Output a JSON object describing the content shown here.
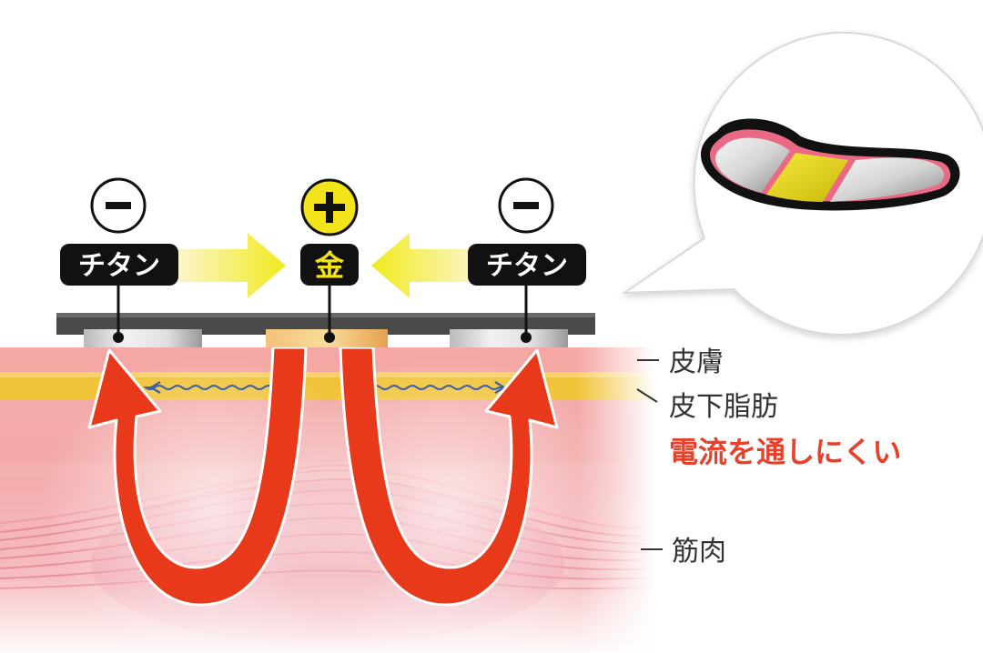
{
  "electrodes": {
    "left": {
      "sign": "−",
      "label": "チタン"
    },
    "center": {
      "sign": "+",
      "label": "金"
    },
    "right": {
      "sign": "−",
      "label": "チタン"
    }
  },
  "layers": {
    "skin": "皮膚",
    "fat": "皮下脂肪",
    "fat_note": "電流を通しにくい",
    "muscle": "筋肉"
  },
  "colors": {
    "fat_note": "#e8402a",
    "current_arrow": "#e8391a",
    "gold_circle": "#f2e31a",
    "plate": "#4a4a4a",
    "label_box": "#111111"
  },
  "icons": {
    "minus_left": "minus-circle-icon",
    "plus_center": "plus-circle-icon",
    "minus_right": "minus-circle-icon",
    "flow_arrow_left": "yellow-arrow-right-icon",
    "flow_arrow_right": "yellow-arrow-left-icon"
  }
}
